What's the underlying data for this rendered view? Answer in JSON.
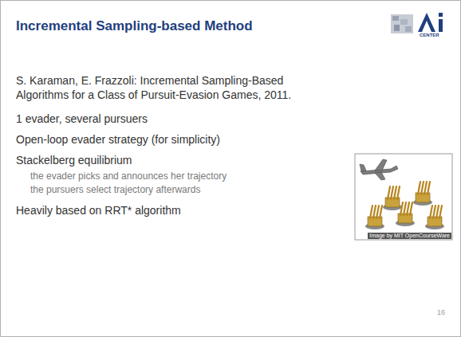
{
  "diagram": {
    "title": "Incremental Sampling-based Method",
    "labels": [
      "S. Karaman, E. Frazzoli: Incremental Sampling-Based Algorithms for a Class of Pursuit-Evasion Games, 2011.",
      "1 evader, several pursuers",
      "Open-loop evader strategy (for simplicity)",
      "Stackelberg equilibrium",
      "the evader picks and announces her trajectory",
      "the pursuers select trajectory afterwards",
      "Heavily based on RRT* algorithm",
      "Image by MIT OpenCourseWare",
      "CENTER",
      "16"
    ]
  }
}
